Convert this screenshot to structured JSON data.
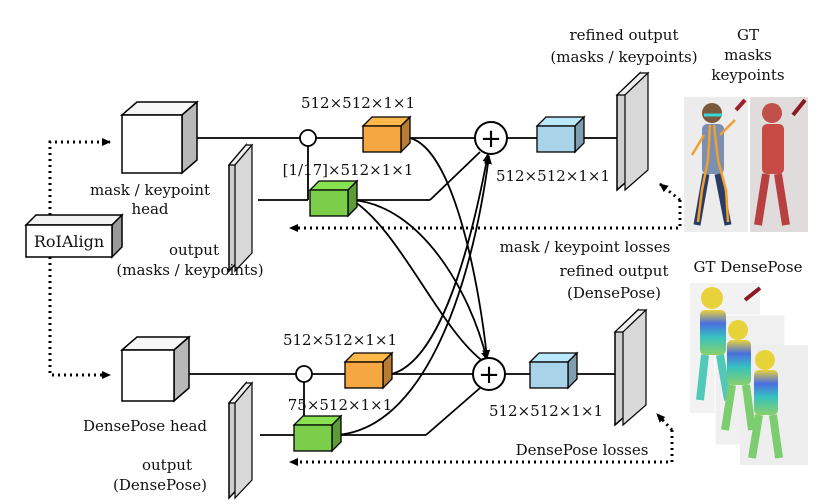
{
  "roialign": {
    "label": "RoIAlign"
  },
  "mask_head": {
    "label_line1": "mask / keypoint",
    "label_line2": "head"
  },
  "dp_head": {
    "label": "DensePose head"
  },
  "mask_output": {
    "line1": "output",
    "line2": "(masks / keypoints)"
  },
  "dp_output": {
    "line1": "output",
    "line2": "(DensePose)"
  },
  "mask_refined": {
    "line1": "refined output",
    "line2": "(masks / keypoints)"
  },
  "dp_refined": {
    "line1": "refined output",
    "line2": "(DensePose)"
  },
  "conv_labels": {
    "mask_orange": "512×512×1×1",
    "mask_green": "[1/17]×512×1×1",
    "mask_blue": "512×512×1×1",
    "dp_orange": "512×512×1×1",
    "dp_green": "75×512×1×1",
    "dp_blue": "512×512×1×1"
  },
  "losses": {
    "mask": "mask / keypoint losses",
    "dp": "DensePose losses"
  },
  "gt": {
    "masks_line1": "GT",
    "masks_line2": "masks",
    "masks_line3": "keypoints",
    "densepose": "GT DensePose"
  },
  "sum_symbol": "+",
  "colors": {
    "orange": "#f5a742",
    "green": "#7ccd4a",
    "blue": "#a9d3e8",
    "gray": "#cfcfcf"
  }
}
